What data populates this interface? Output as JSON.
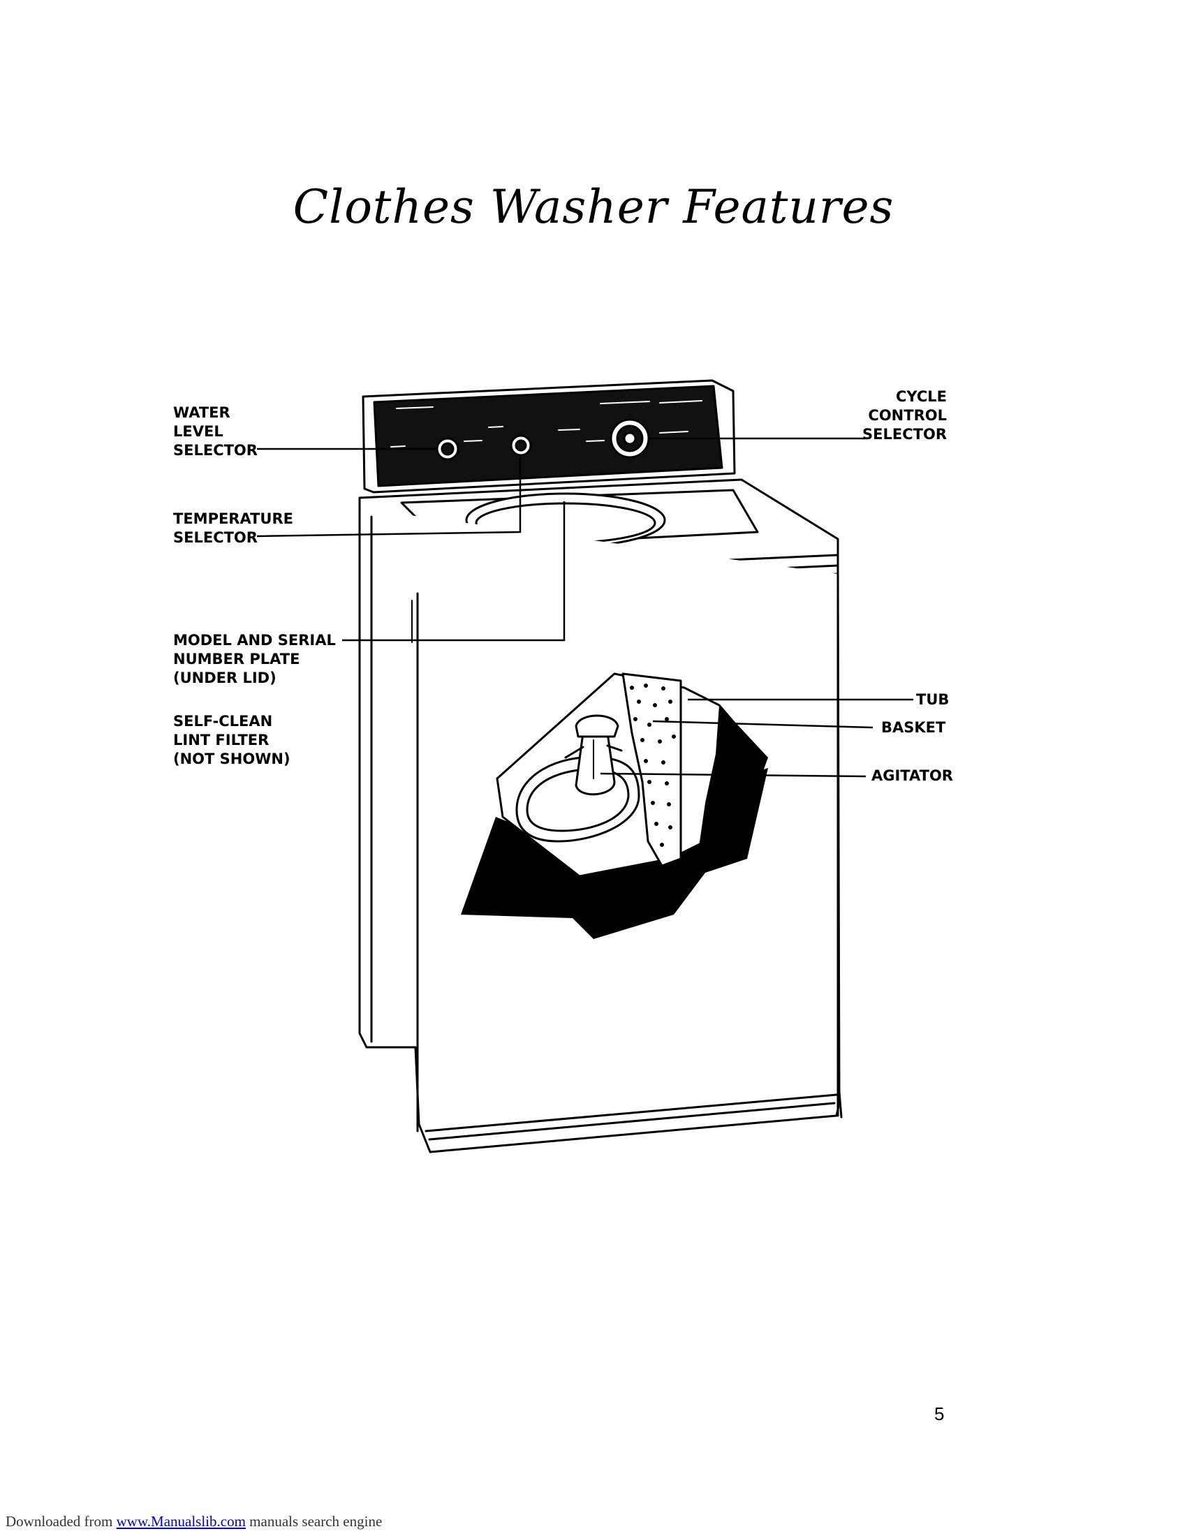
{
  "title": "Clothes Washer Features",
  "labels": {
    "water_level": [
      "WATER",
      "LEVEL",
      "SELECTOR"
    ],
    "temperature": [
      "TEMPERATURE",
      "SELECTOR"
    ],
    "model_serial": [
      "MODEL AND SERIAL",
      "NUMBER PLATE",
      "(UNDER LID)"
    ],
    "lint_filter": [
      "SELF-CLEAN",
      "LINT FILTER",
      "(NOT SHOWN)"
    ],
    "cycle_control": [
      "CYCLE",
      "CONTROL",
      "SELECTOR"
    ],
    "tub": "TUB",
    "basket": "BASKET",
    "agitator": "AGITATOR"
  },
  "page_number": "5",
  "footer": {
    "prefix": "Downloaded from",
    "link": "www.Manualslib.com",
    "suffix": "manuals search engine"
  }
}
